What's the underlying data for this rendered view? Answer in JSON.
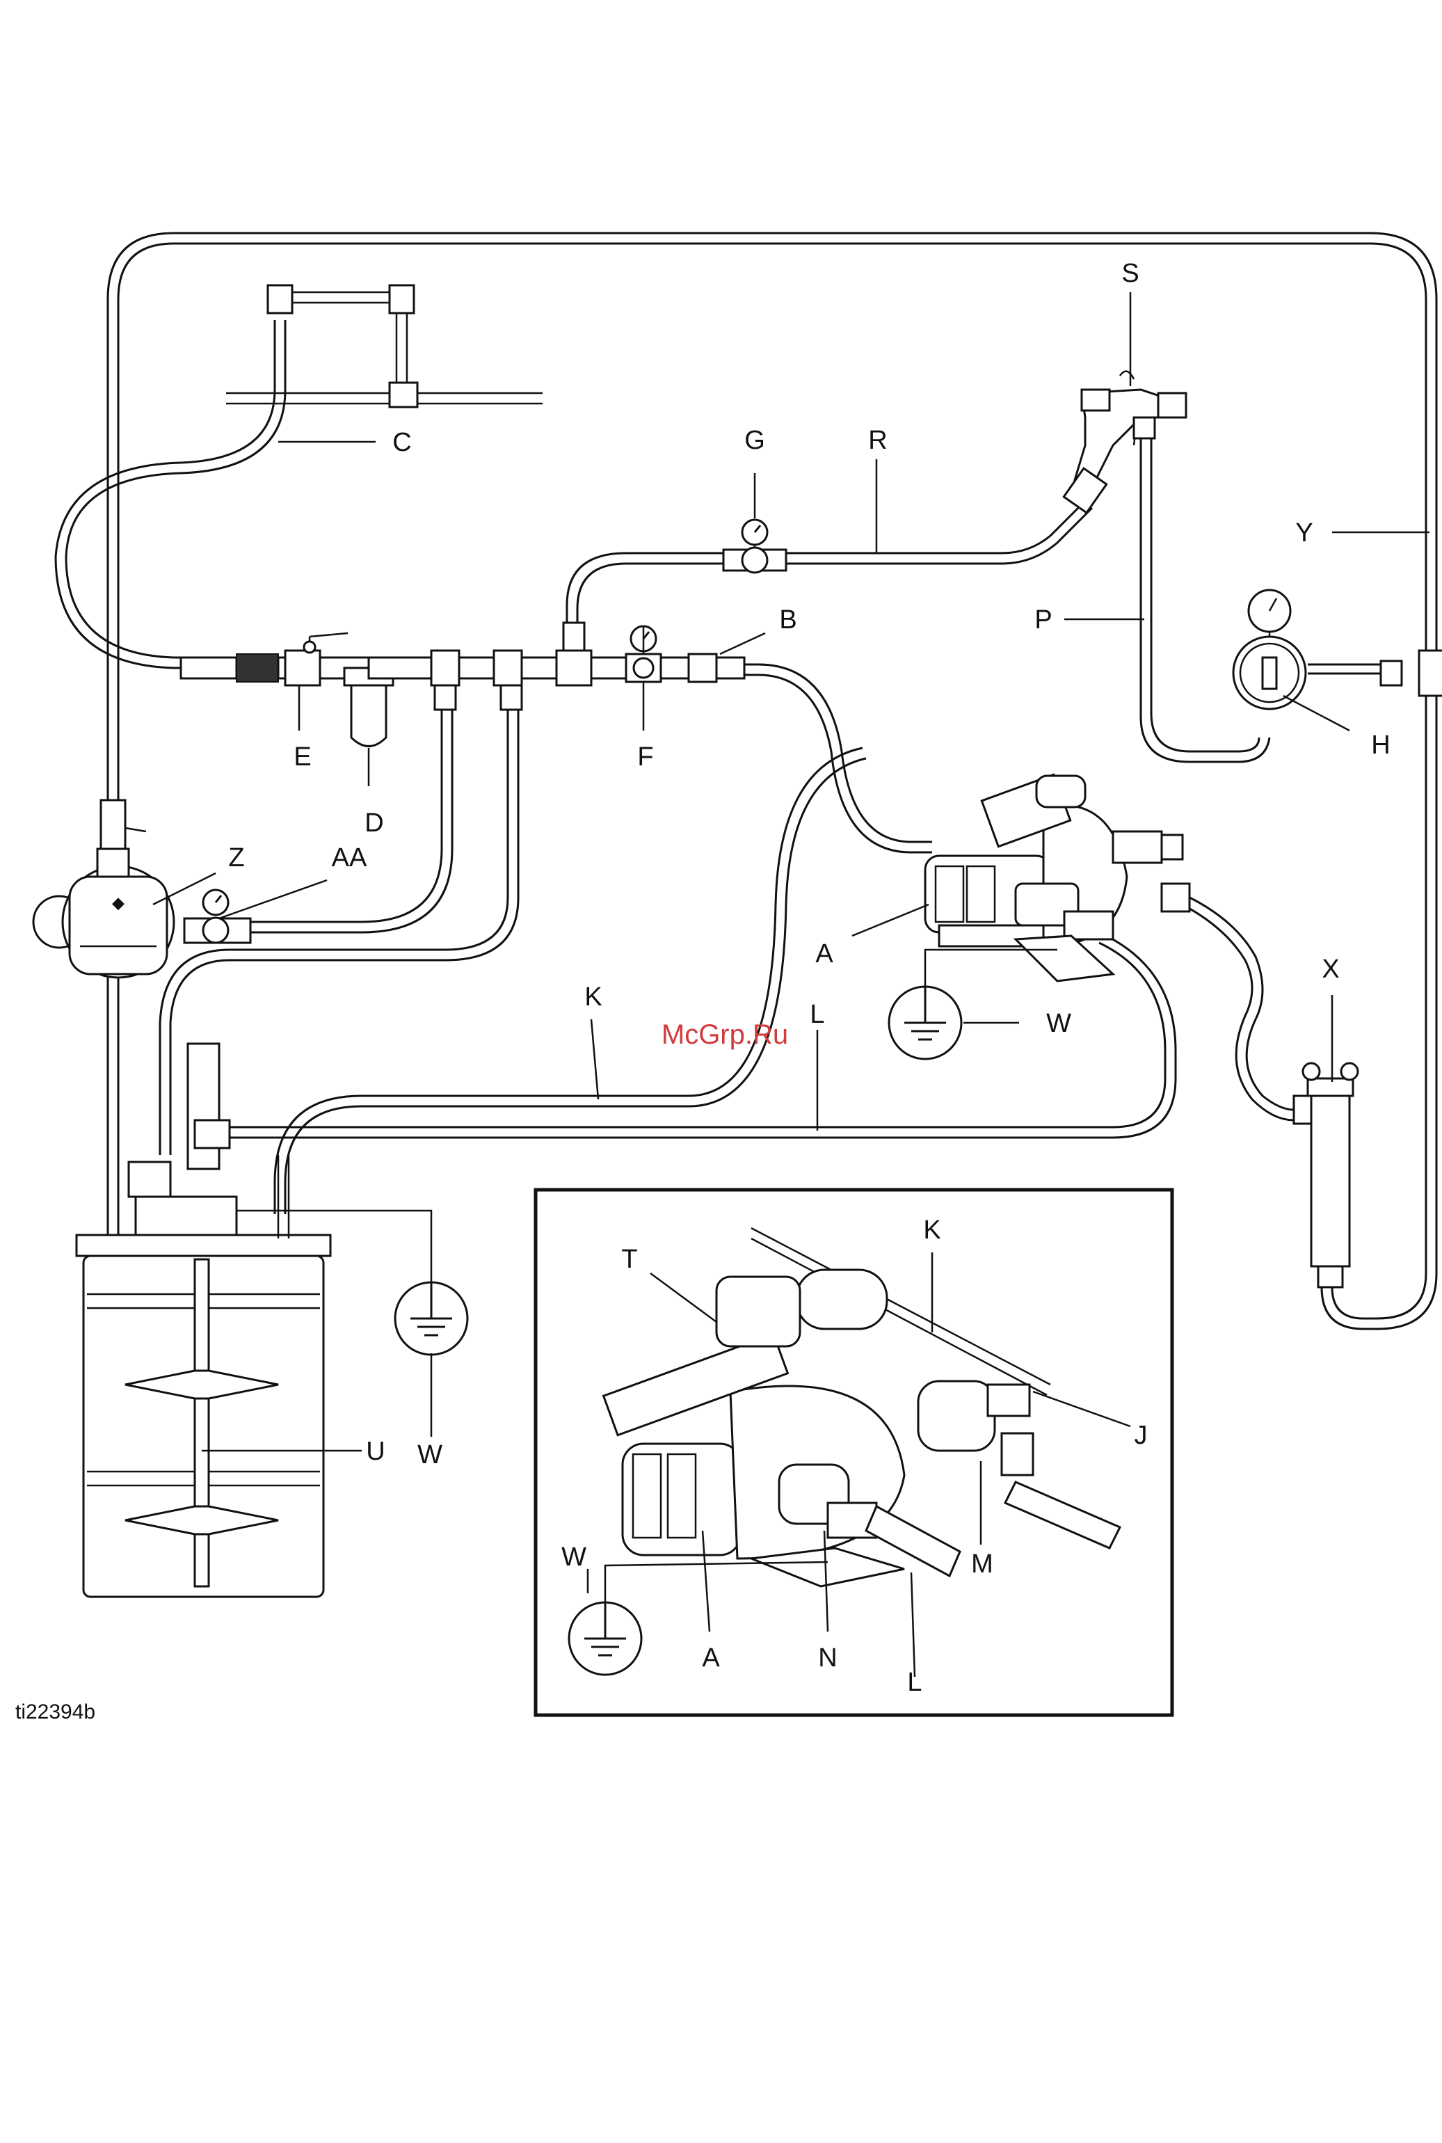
{
  "labels": {
    "A": "A",
    "A_inset": "A",
    "AA": "AA",
    "B": "B",
    "C": "C",
    "D": "D",
    "E": "E",
    "F": "F",
    "G": "G",
    "H": "H",
    "J": "J",
    "K": "K",
    "K_inset": "K",
    "L": "L",
    "L_inset": "L",
    "M": "M",
    "N": "N",
    "P": "P",
    "R": "R",
    "S": "S",
    "T": "T",
    "U": "U",
    "W_pump": "W",
    "W_drum": "W",
    "W_inset": "W",
    "X": "X",
    "Y": "Y",
    "Z": "Z"
  },
  "watermark": "McGrp.Ru",
  "figure_id": "ti22394b",
  "colors": {
    "line": "#111111",
    "watermark": "#d23b3b",
    "background": "#ffffff"
  },
  "icons": [
    "ground-symbol",
    "pressure-gauge",
    "graco-logo"
  ]
}
